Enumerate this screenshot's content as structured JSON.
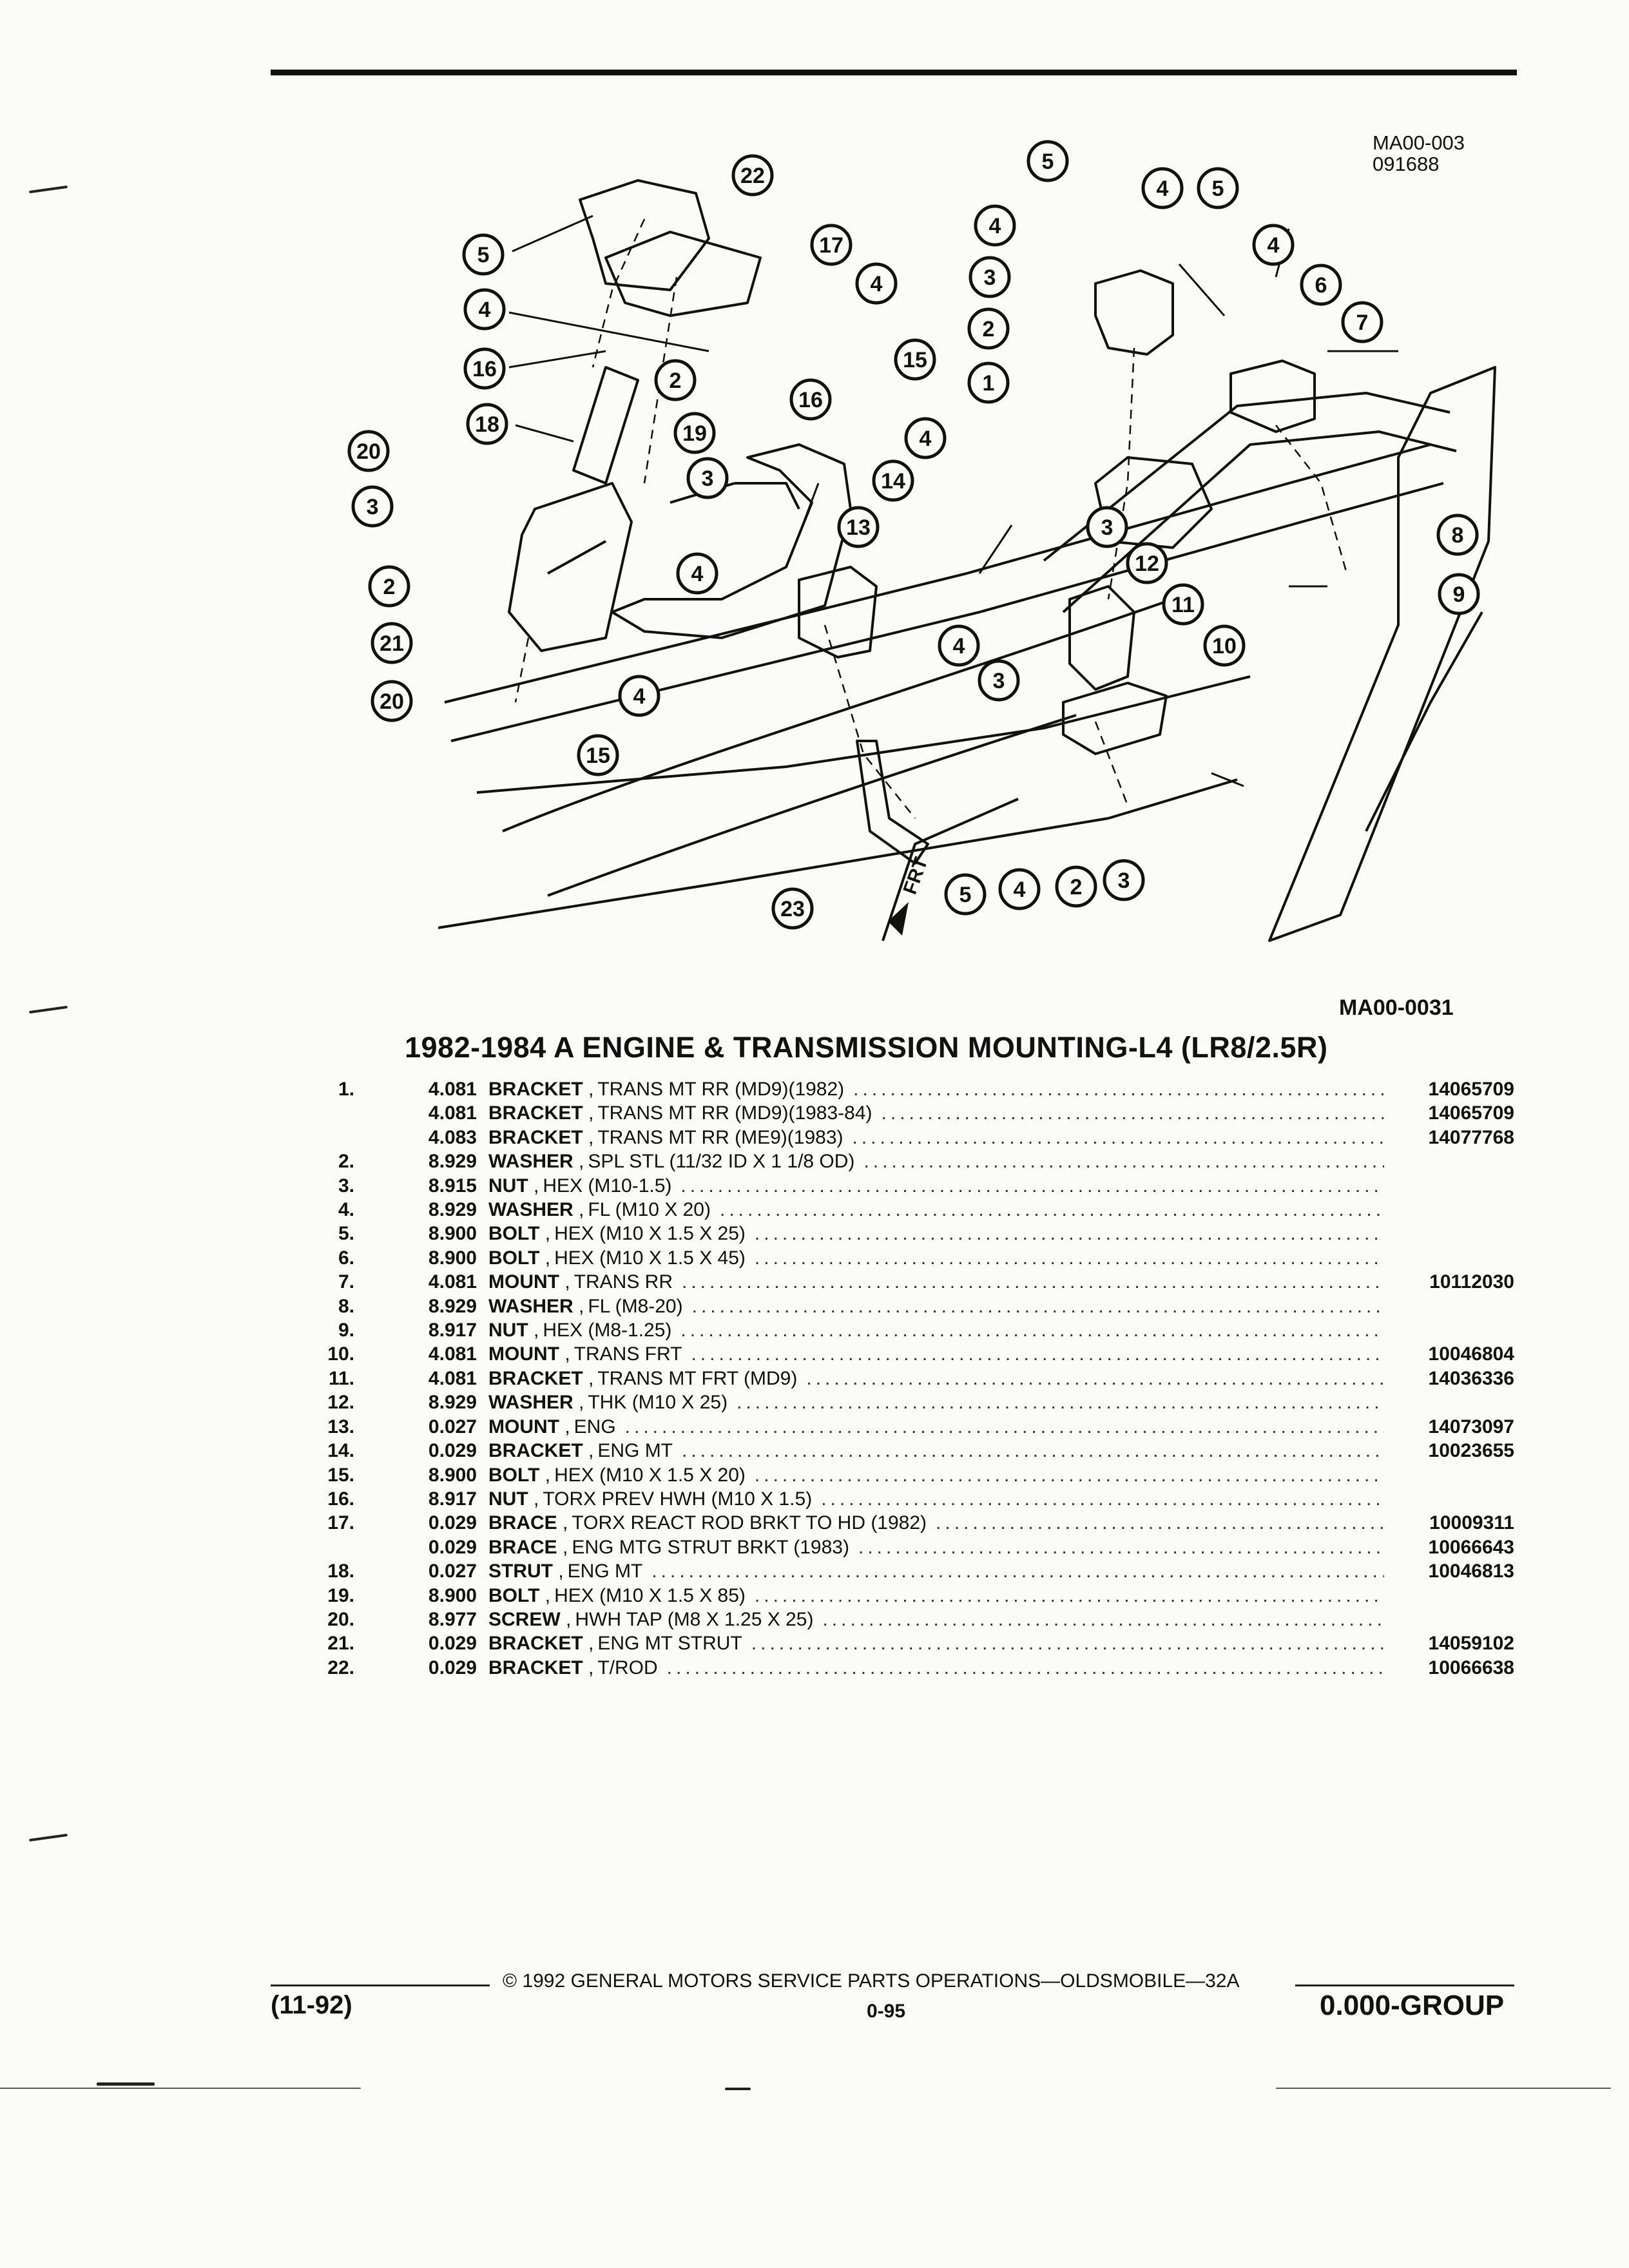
{
  "header": {
    "ref_code": "MA00-003\n091688"
  },
  "diagram": {
    "code": "MA00-0031",
    "callouts": [
      "1",
      "2",
      "3",
      "4",
      "5",
      "6",
      "7",
      "8",
      "9",
      "10",
      "11",
      "12",
      "13",
      "14",
      "15",
      "16",
      "17",
      "18",
      "19",
      "20",
      "21",
      "22",
      "23"
    ],
    "direction_label": "FRT"
  },
  "section": {
    "title": "1982-1984 A ENGINE & TRANSMISSION MOUNTING-L4 (LR8/2.5R)"
  },
  "parts": [
    {
      "item": "1.",
      "group": "4.081",
      "name": "BRACKET",
      "spec": "TRANS MT RR (MD9)(1982)",
      "part": "14065709"
    },
    {
      "item": "",
      "group": "4.081",
      "name": "BRACKET",
      "spec": "TRANS MT RR (MD9)(1983-84)",
      "part": "14065709"
    },
    {
      "item": "",
      "group": "4.083",
      "name": "BRACKET",
      "spec": "TRANS MT RR (ME9)(1983)",
      "part": "14077768"
    },
    {
      "item": "2.",
      "group": "8.929",
      "name": "WASHER",
      "spec": "SPL STL (11/32 ID X 1 1/8 OD)",
      "part": ""
    },
    {
      "item": "3.",
      "group": "8.915",
      "name": "NUT",
      "spec": "HEX (M10-1.5)",
      "part": ""
    },
    {
      "item": "4.",
      "group": "8.929",
      "name": "WASHER",
      "spec": "FL (M10 X 20)",
      "part": ""
    },
    {
      "item": "5.",
      "group": "8.900",
      "name": "BOLT",
      "spec": "HEX (M10 X 1.5 X 25)",
      "part": ""
    },
    {
      "item": "6.",
      "group": "8.900",
      "name": "BOLT",
      "spec": "HEX (M10 X 1.5 X 45)",
      "part": ""
    },
    {
      "item": "7.",
      "group": "4.081",
      "name": "MOUNT",
      "spec": "TRANS RR",
      "part": "10112030"
    },
    {
      "item": "8.",
      "group": "8.929",
      "name": "WASHER",
      "spec": "FL (M8-20)",
      "part": ""
    },
    {
      "item": "9.",
      "group": "8.917",
      "name": "NUT",
      "spec": "HEX (M8-1.25)",
      "part": ""
    },
    {
      "item": "10.",
      "group": "4.081",
      "name": "MOUNT",
      "spec": "TRANS FRT",
      "part": "10046804"
    },
    {
      "item": "11.",
      "group": "4.081",
      "name": "BRACKET",
      "spec": "TRANS MT FRT (MD9)",
      "part": "14036336"
    },
    {
      "item": "12.",
      "group": "8.929",
      "name": "WASHER",
      "spec": "THK (M10 X 25)",
      "part": ""
    },
    {
      "item": "13.",
      "group": "0.027",
      "name": "MOUNT",
      "spec": "ENG",
      "part": "14073097"
    },
    {
      "item": "14.",
      "group": "0.029",
      "name": "BRACKET",
      "spec": "ENG MT",
      "part": "10023655"
    },
    {
      "item": "15.",
      "group": "8.900",
      "name": "BOLT",
      "spec": "HEX (M10 X 1.5 X 20)",
      "part": ""
    },
    {
      "item": "16.",
      "group": "8.917",
      "name": "NUT",
      "spec": "TORX PREV HWH (M10 X 1.5)",
      "part": ""
    },
    {
      "item": "17.",
      "group": "0.029",
      "name": "BRACE",
      "spec": "TORX REACT ROD BRKT TO HD (1982)",
      "part": "10009311"
    },
    {
      "item": "",
      "group": "0.029",
      "name": "BRACE",
      "spec": "ENG MTG STRUT BRKT (1983)",
      "part": "10066643"
    },
    {
      "item": "18.",
      "group": "0.027",
      "name": "STRUT",
      "spec": "ENG MT",
      "part": "10046813"
    },
    {
      "item": "19.",
      "group": "8.900",
      "name": "BOLT",
      "spec": "HEX (M10 X 1.5 X 85)",
      "part": ""
    },
    {
      "item": "20.",
      "group": "8.977",
      "name": "SCREW",
      "spec": "HWH TAP (M8 X 1.25 X 25)",
      "part": ""
    },
    {
      "item": "21.",
      "group": "0.029",
      "name": "BRACKET",
      "spec": "ENG MT STRUT",
      "part": "14059102"
    },
    {
      "item": "22.",
      "group": "0.029",
      "name": "BRACKET",
      "spec": "T/ROD",
      "part": "10066638"
    }
  ],
  "footer": {
    "copyright": "© 1992 GENERAL MOTORS SERVICE PARTS OPERATIONS—OLDSMOBILE—32A",
    "date_code": "(11-92)",
    "page_number": "0-95",
    "group": "0.000-GROUP"
  }
}
